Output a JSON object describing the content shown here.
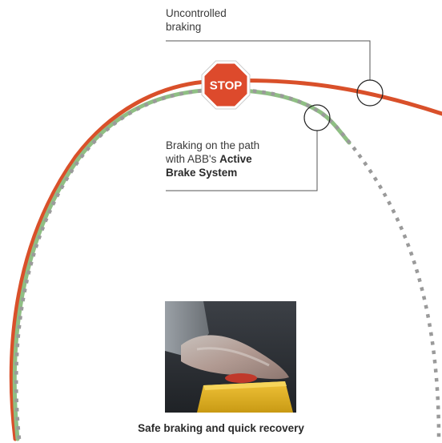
{
  "labels": {
    "uncontrolled_line1": "Uncontrolled",
    "uncontrolled_line2": "braking",
    "active_line1": "Braking on the path",
    "active_prefix": "with ABB's ",
    "active_bold1": "Active",
    "active_bold2": "Brake System"
  },
  "stop_sign": {
    "text": "STOP"
  },
  "caption": "Safe braking and quick recovery",
  "photo": {
    "subject": "hand pressing emergency stop button"
  },
  "colors": {
    "uncontrolled_path": "#d9502a",
    "active_path": "#8fbf84",
    "planned_path_dots": "#9a9a9a",
    "stop_sign": "#dd4a2c"
  }
}
